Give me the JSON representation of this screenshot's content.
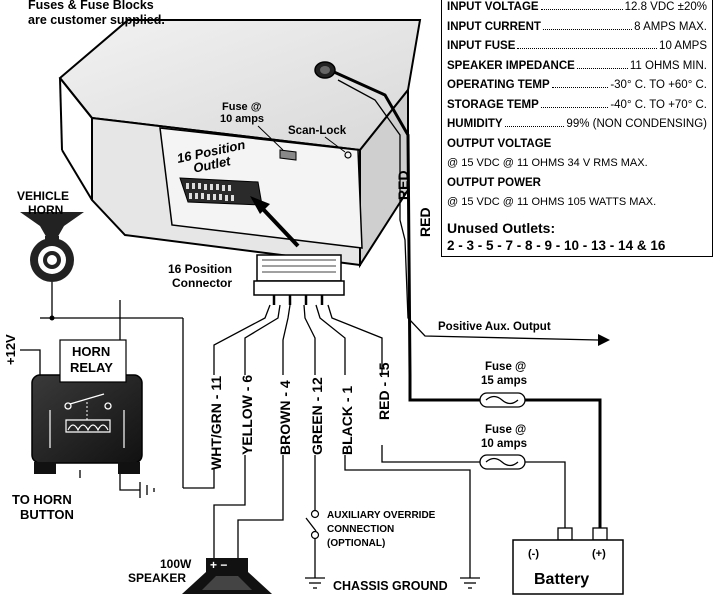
{
  "note": {
    "line1": "Fuses & Fuse Blocks",
    "line2": "are customer supplied."
  },
  "specs": {
    "rows": [
      {
        "key": "INPUT VOLTAGE",
        "value": "12.8 VDC ±20%"
      },
      {
        "key": "INPUT CURRENT",
        "value": "8 AMPS MAX."
      },
      {
        "key": "INPUT FUSE",
        "value": "10 AMPS"
      },
      {
        "key": "SPEAKER IMPEDANCE",
        "value": "11 OHMS MIN."
      },
      {
        "key": "OPERATING TEMP",
        "value": "-30° C. TO +60° C."
      },
      {
        "key": "STORAGE TEMP",
        "value": "-40° C. TO +70° C."
      },
      {
        "key": "HUMIDITY",
        "value": "99% (NON CONDENSING)"
      }
    ],
    "output_voltage_label": "OUTPUT VOLTAGE",
    "output_voltage_value": "@ 15 VDC @ 11 OHMS 34 V RMS MAX.",
    "output_power_label": "OUTPUT POWER",
    "output_power_value": "@ 15 VDC @ 11 OHMS 105 WATTS MAX.",
    "unused_title": "Unused Outlets:",
    "unused_list": "2 - 3 - 5 - 7 - 8 - 9 - 10 - 13 - 14 & 16"
  },
  "module": {
    "fuse_label_1": "Fuse  @",
    "fuse_label_2": "10 amps",
    "scan_lock": "Scan-Lock",
    "outlet_line1": "16 Position",
    "outlet_line2": "Outlet"
  },
  "connector": {
    "line1": "16 Position",
    "line2": "Connector"
  },
  "wires": {
    "red_1": "RED",
    "red_2": "RED",
    "positive_aux": "Positive Aux. Output",
    "wht_grn": "WHT/GRN - 11",
    "yellow": "YELLOW - 6",
    "brown": "BROWN - 4",
    "green": "GREEN - 12",
    "black": "BLACK - 1",
    "red15": "RED - 15"
  },
  "fuses": {
    "top_1": "Fuse @",
    "top_2": "15 amps",
    "bottom_1": "Fuse @",
    "bottom_2": "10 amps"
  },
  "horn": {
    "label1": "VEHICLE",
    "label2": "HORN",
    "relay_1": "HORN",
    "relay_2": "RELAY",
    "plus12v": "+12V",
    "to_horn_1": "TO HORN",
    "to_horn_2": "BUTTON"
  },
  "speaker": {
    "label1": "100W",
    "label2": "SPEAKER"
  },
  "aux_override": {
    "line1": "AUXILIARY OVERRIDE",
    "line2": "CONNECTION",
    "line3": "(OPTIONAL)"
  },
  "ground": "CHASSIS GROUND",
  "battery": {
    "label": "Battery",
    "neg": "(-)",
    "pos": "(+)"
  }
}
